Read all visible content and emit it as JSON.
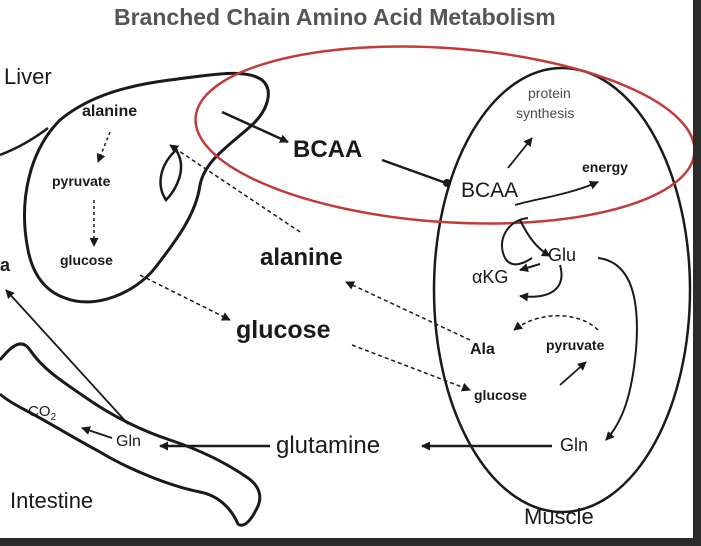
{
  "title": "Branched Chain Amino Acid Metabolism",
  "regions": {
    "liver": "Liver",
    "intestine": "Intestine",
    "muscle": "Muscle"
  },
  "liver_nodes": {
    "alanine": "alanine",
    "pyruvate": "pyruvate",
    "glucose": "glucose",
    "edge_fragment": "a"
  },
  "middle_nodes": {
    "bcaa": "BCAA",
    "alanine": "alanine",
    "glucose": "glucose",
    "glutamine": "glutamine"
  },
  "muscle_nodes": {
    "protein_synthesis": [
      "protein",
      "synthesis"
    ],
    "energy": "energy",
    "bcaa": "BCAA",
    "glu": "Glu",
    "akg": "αKG",
    "ala": "Ala",
    "pyruvate": "pyruvate",
    "glucose": "glucose",
    "gln": "Gln"
  },
  "intestine_nodes": {
    "co2": "CO",
    "co2_subscript": "2",
    "gln": "Gln"
  },
  "colors": {
    "highlight": "#c23b3b",
    "ink": "#1a1a1a",
    "title": "#555555",
    "frame": "#2b2b2b"
  }
}
